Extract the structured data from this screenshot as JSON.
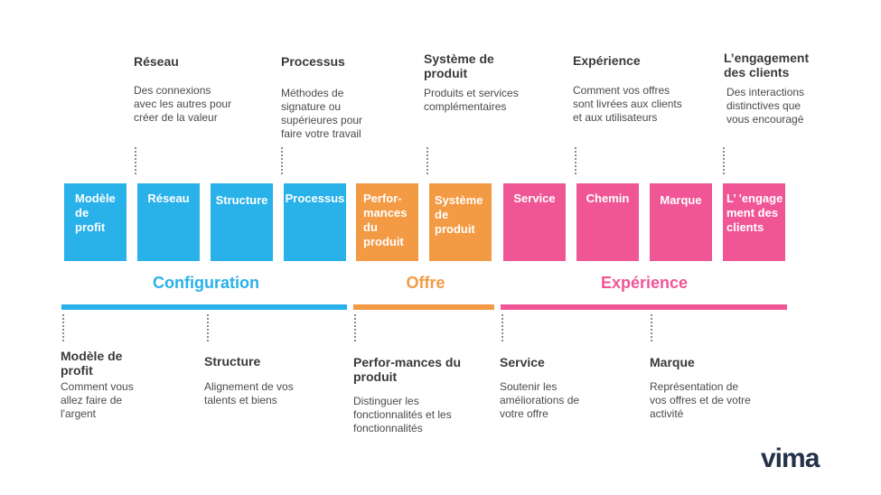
{
  "colors": {
    "configuration": "#29b1ea",
    "offre": "#f39a44",
    "experience": "#f05695"
  },
  "top_labels": [
    {
      "title": "Réseau",
      "desc": "Des connexions avec les autres pour créer de la valeur"
    },
    {
      "title": "Processus",
      "desc": "Méthodes de signature ou supérieures pour faire votre travail"
    },
    {
      "title": "Système de produit",
      "desc": "Produits et services complémentaires"
    },
    {
      "title": "Expérience",
      "desc": "Comment vos offres sont livrées aux clients et aux utilisateurs"
    },
    {
      "title": "L’engagement des clients",
      "desc": "Des interactions distinctives que vous encouragé"
    }
  ],
  "boxes": [
    {
      "label": "Modèle de profit",
      "color": "configuration"
    },
    {
      "label": "Réseau",
      "color": "configuration"
    },
    {
      "label": "Structure",
      "color": "configuration"
    },
    {
      "label": "Processus",
      "color": "configuration"
    },
    {
      "label": "Perfor-mances du produit",
      "color": "offre"
    },
    {
      "label": "Système de produit",
      "color": "offre"
    },
    {
      "label": "Service",
      "color": "experience"
    },
    {
      "label": "Chemin",
      "color": "experience"
    },
    {
      "label": "Marque",
      "color": "experience"
    },
    {
      "label": "L’ 'engagement des clients",
      "color": "experience"
    }
  ],
  "categories": [
    {
      "label": "Configuration"
    },
    {
      "label": "Offre"
    },
    {
      "label": "Expérience"
    }
  ],
  "bottom_labels": [
    {
      "title": "Modèle de profit",
      "desc": "Comment vous allez faire de l'argent"
    },
    {
      "title": "Structure",
      "desc": "Alignement de vos talents et biens"
    },
    {
      "title": "Perfor-mances du produit",
      "desc": "Distinguer les fonctionnalités et les fonctionnalités"
    },
    {
      "title": "Service",
      "desc": "Soutenir les améliorations de votre offre"
    },
    {
      "title": "Marque",
      "desc": "Représentation de vos offres et de votre activité"
    }
  ],
  "logo": {
    "text": "vima"
  }
}
